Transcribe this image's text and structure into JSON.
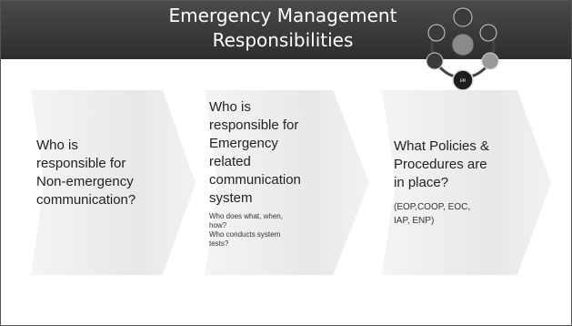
{
  "title": {
    "line1": "Emergency Management",
    "line2": "Responsibilities"
  },
  "steps": [
    {
      "lines": [
        "Who is",
        "responsible for",
        "Non-emergency",
        "communication?"
      ]
    },
    {
      "lines": [
        "Who is",
        "responsible for",
        "Emergency",
        "related",
        "communication",
        "system"
      ],
      "sub_lines": [
        "Who does what, when,",
        "how?",
        "Who conducts system",
        "tests?"
      ]
    },
    {
      "lines": [
        "What Policies &",
        "Procedures are",
        "in place?"
      ],
      "sub_lines": [
        "(EOP,COOP, EOC,",
        "IAP, ENP)"
      ]
    }
  ],
  "cycle_graphic": {
    "center_label": "EM",
    "colors": {
      "ring": "#444444",
      "node": "#3a3a3a",
      "center": "#1e1e1e",
      "inner": "#8a8a8a"
    }
  }
}
